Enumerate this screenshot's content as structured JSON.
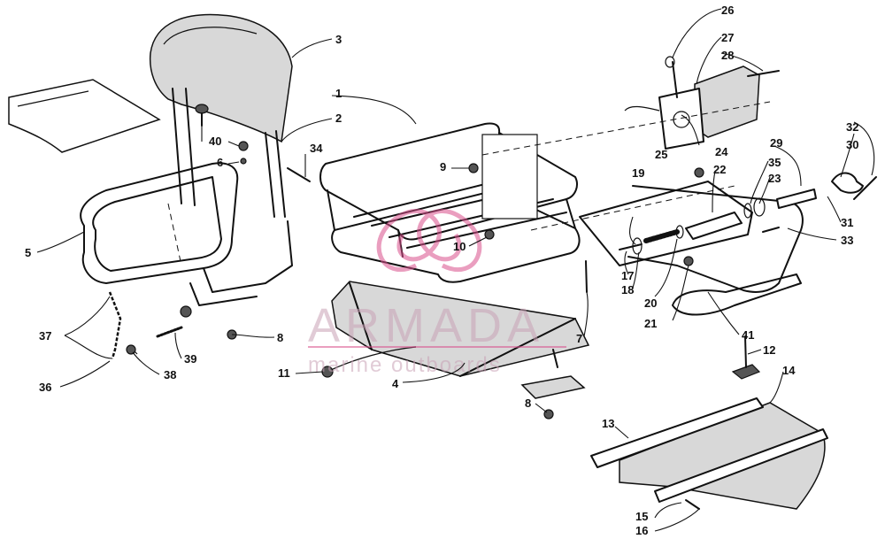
{
  "callouts": [
    "1",
    "2",
    "3",
    "4",
    "5",
    "6",
    "7",
    "8",
    "8",
    "9",
    "10",
    "11",
    "12",
    "13",
    "14",
    "15",
    "16",
    "17",
    "18",
    "19",
    "20",
    "21",
    "22",
    "23",
    "24",
    "25",
    "26",
    "27",
    "28",
    "29",
    "30",
    "31",
    "32",
    "33",
    "34",
    "35",
    "36",
    "37",
    "38",
    "39",
    "40",
    "41"
  ],
  "watermark": {
    "brand": "ARMADA",
    "tagline": "marine outboards",
    "color": "#d94f8c"
  }
}
